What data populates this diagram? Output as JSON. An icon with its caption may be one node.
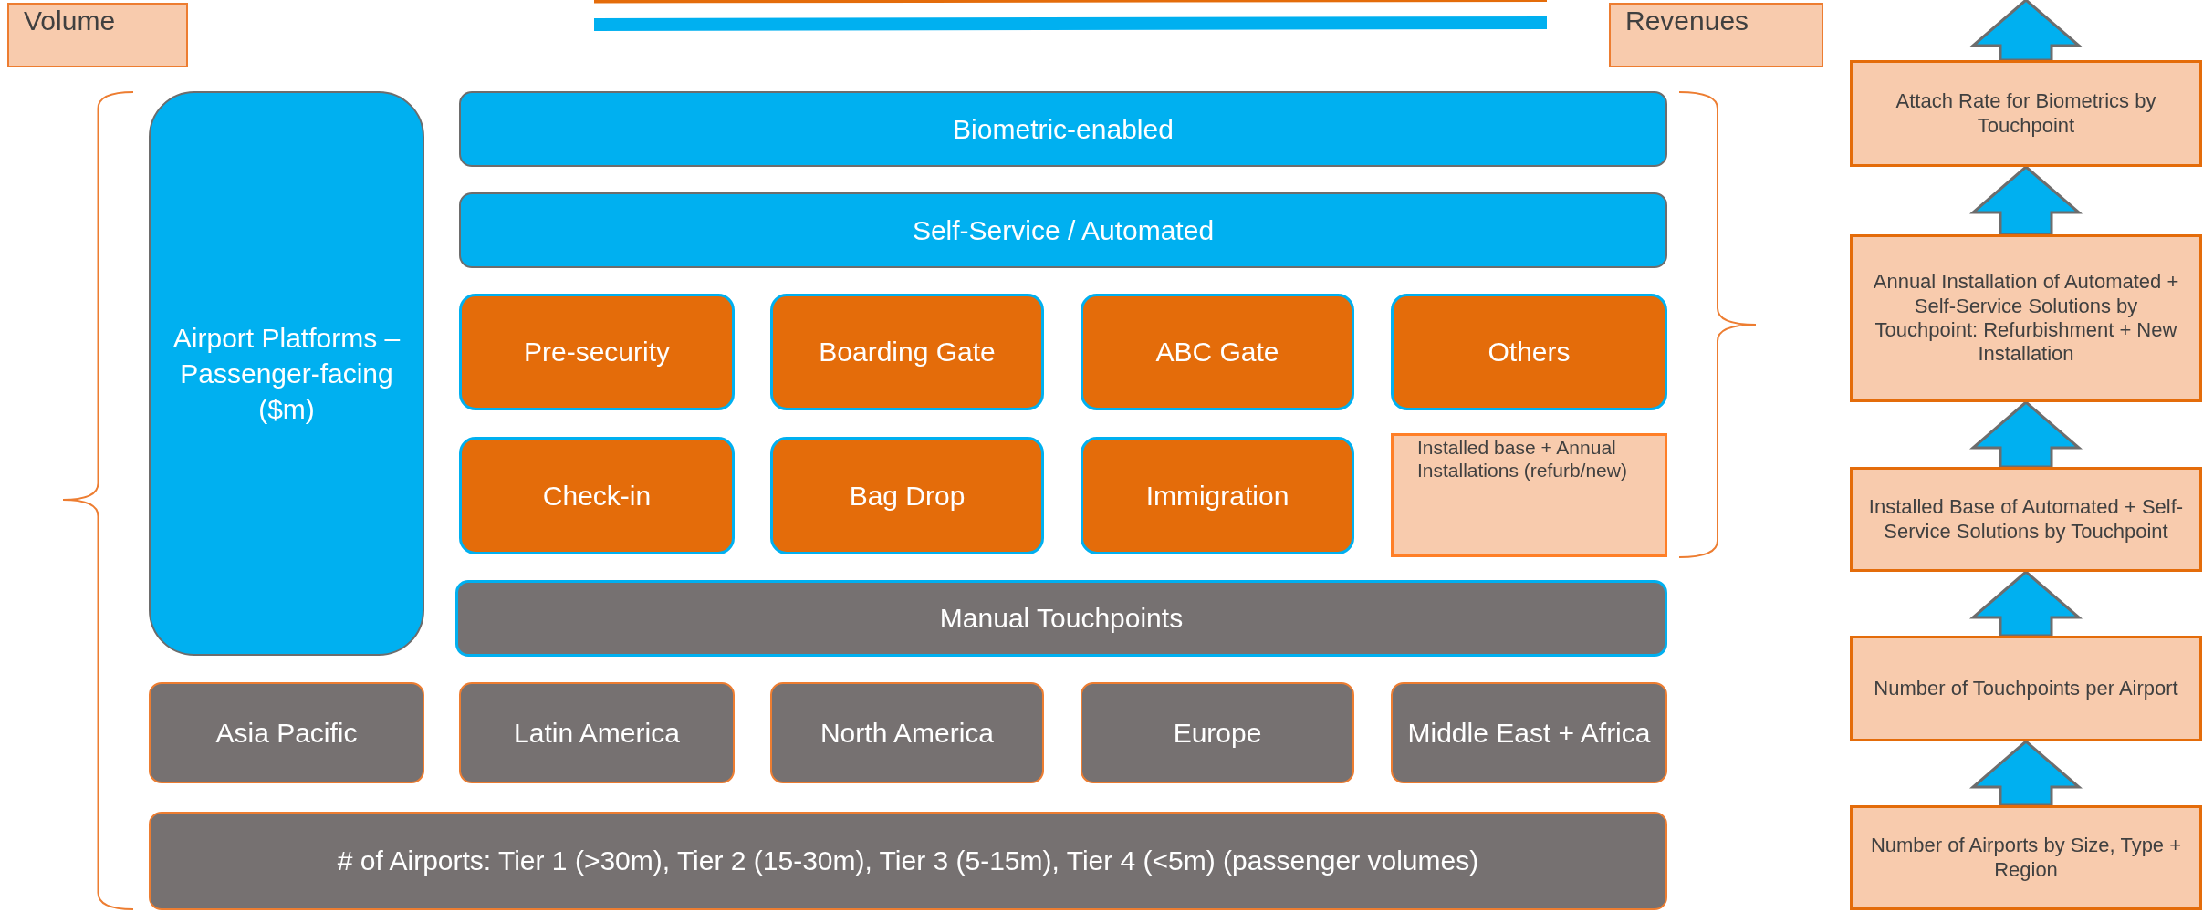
{
  "diagram": {
    "nodes": [
      {
        "text": [
          "Volume"
        ]
      },
      {
        "text": [
          "Revenues"
        ]
      },
      {
        "text": [
          "Airport Platforms – Passenger-facing ($m)"
        ]
      },
      {
        "text": [
          "Biometric-enabled"
        ]
      },
      {
        "text": [
          "Self-Service / Automated"
        ]
      },
      {
        "text": [
          "Pre-security"
        ]
      },
      {
        "text": [
          "Boarding Gate"
        ]
      },
      {
        "text": [
          "ABC Gate"
        ]
      },
      {
        "text": [
          "Others"
        ]
      },
      {
        "text": [
          "Check-in"
        ]
      },
      {
        "text": [
          "Bag Drop"
        ]
      },
      {
        "text": [
          "Immigration"
        ]
      },
      {
        "text": [
          "Installed base + Annual Installations (refurb/new)"
        ]
      },
      {
        "text": [
          "Manual Touchpoints"
        ]
      },
      {
        "text": [
          "Asia Pacific"
        ]
      },
      {
        "text": [
          "Latin America"
        ]
      },
      {
        "text": [
          "North America"
        ]
      },
      {
        "text": [
          "Europe"
        ]
      },
      {
        "text": [
          "Middle East + Africa"
        ]
      },
      {
        "text": [
          "# of Airports: Tier 1 (>30m), Tier 2 (15-30m), Tier 3 (5-15m), Tier 4 (<5m) (passenger volumes)"
        ]
      },
      {
        "text": [
          "Attach Rate for Biometrics by Touchpoint"
        ]
      },
      {
        "text": [
          "Annual Installation of Automated + Self-Service Solutions by Touchpoint: Refurbishment + New Installation"
        ]
      },
      {
        "text": [
          "Installed Base of Automated + Self-Service Solutions by Touchpoint"
        ]
      },
      {
        "text": [
          "Number of Touchpoints per Airport"
        ]
      },
      {
        "text": [
          "Number of Airports by Size, Type + Region"
        ]
      }
    ],
    "edges": [
      {
        "from": 24,
        "to": 23,
        "arrow": "to"
      },
      {
        "from": 23,
        "to": 22,
        "arrow": "to"
      },
      {
        "from": 22,
        "to": 21,
        "arrow": "to"
      },
      {
        "from": 21,
        "to": 20,
        "arrow": "to"
      },
      {
        "from": 20,
        "to": null,
        "arrow": "to"
      }
    ]
  }
}
